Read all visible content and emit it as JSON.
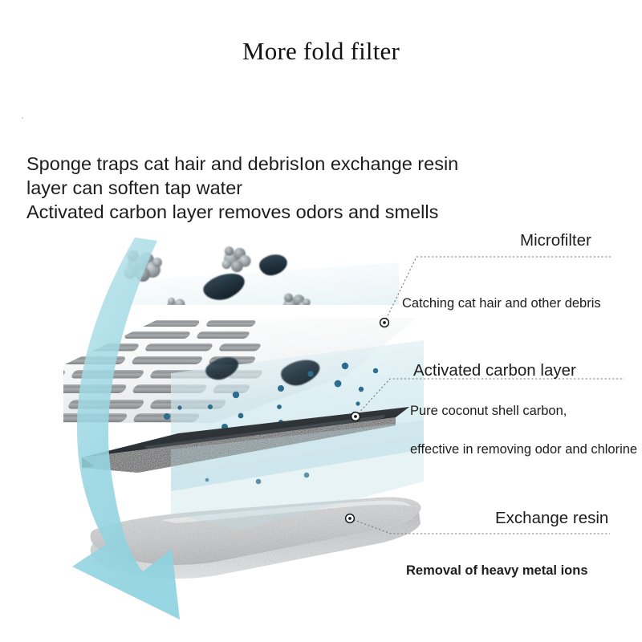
{
  "title": "More fold filter",
  "intro": {
    "line1": "Sponge traps cat hair and debrisIon exchange resin",
    "line2": "layer can soften tap water",
    "line3": "Activated carbon layer removes odors and smells"
  },
  "callouts": [
    {
      "id": "microfilter",
      "title": "Microfilter",
      "subtitle": "Catching cat hair and other debris"
    },
    {
      "id": "activated-carbon",
      "title": "Activated carbon layer",
      "subtitle_a": "Pure coconut shell carbon,",
      "subtitle_b": "effective in removing odor and chlorine"
    },
    {
      "id": "exchange-resin",
      "title": "Exchange resin",
      "subtitle": "Removal of heavy metal ions"
    }
  ],
  "layers": [
    {
      "name": "microfilter-mesh-layer",
      "color": "#f2f3f4"
    },
    {
      "name": "activated-carbon-layer",
      "color": "#2b2f33"
    },
    {
      "name": "exchange-resin-sponge-layer",
      "color": "#cfd1d2"
    }
  ],
  "colors": {
    "water_plane": "#d6ecf0",
    "water_dot": "#2c6d8e",
    "flow_arrow": "#9ed9e3",
    "bacteria": "#243744",
    "debris_cluster": "#9aa3a8",
    "leader_line": "#7a7a7a",
    "text": "#1d1d1d"
  },
  "illustration": {
    "bacteria_count": 4,
    "debris_cluster_count": 4,
    "water_dot_count": 16,
    "flow_arrow_direction": "down-left"
  }
}
